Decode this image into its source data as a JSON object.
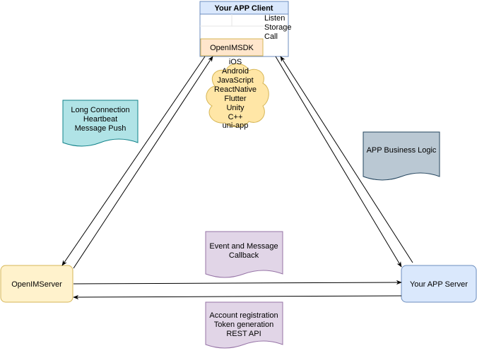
{
  "client": {
    "title": "Your APP Client",
    "functions": [
      "Listen",
      "Storage",
      "Call"
    ],
    "sdk_label": "OpenIMSDK"
  },
  "platforms": [
    "iOS",
    "Android",
    "JavaScript",
    "ReactNative",
    "Flutter",
    "Unity",
    "C++",
    "uni-app"
  ],
  "notes": {
    "long_connection": [
      "Long Connection",
      "Heartbeat",
      "Message Push"
    ],
    "business_logic": [
      "APP Business Logic"
    ],
    "callback": [
      "Event and Message",
      "Callback"
    ],
    "rest_api": [
      "Account registration",
      "Token generation",
      "REST API"
    ]
  },
  "servers": {
    "openim": "OpenIMServer",
    "app": "Your APP Server"
  },
  "colors": {
    "client_fill": "#dae8fc",
    "client_stroke": "#6c8ebf",
    "sdk_fill": "#ffe6cc",
    "sdk_stroke": "#d6b656",
    "cloud_fill": "#ffe6a6",
    "cloud_stroke": "#d6b656",
    "teal_fill": "#b0e3e6",
    "teal_stroke": "#0e8088",
    "gray_fill": "#bac8d3",
    "gray_stroke": "#23445d",
    "purple_fill": "#e1d5e7",
    "purple_stroke": "#9673a6",
    "openim_fill": "#fff2cc",
    "openim_stroke": "#d6b656",
    "app_fill": "#dae8fc",
    "app_stroke": "#6c8ebf",
    "arrow": "#000000"
  }
}
